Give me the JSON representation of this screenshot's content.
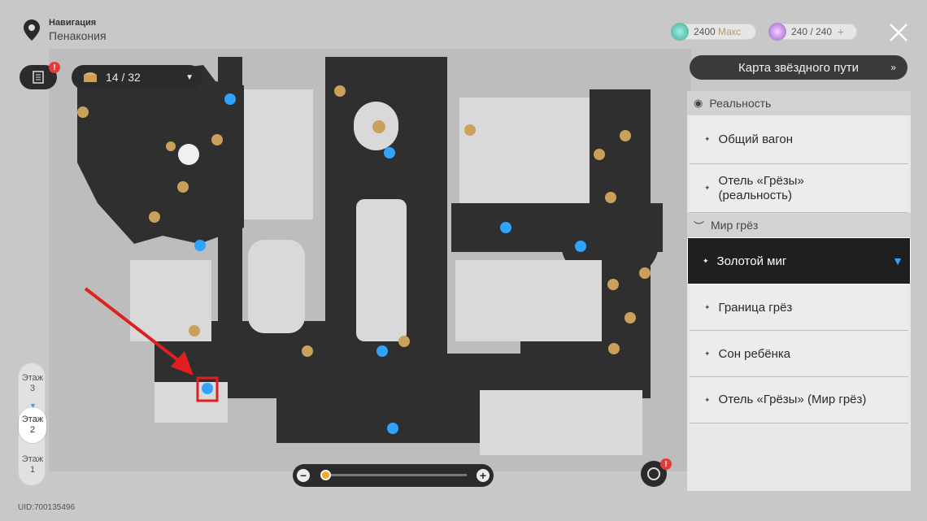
{
  "nav": {
    "title": "Навигация",
    "location": "Пенакония"
  },
  "collect": {
    "count": "14 / 32"
  },
  "currency": [
    {
      "value": "2400",
      "suffix": "Макс",
      "icon": "stellar-jade-icon"
    },
    {
      "value": "240 / 240",
      "suffix": "+",
      "icon": "trailblaze-power-icon"
    }
  ],
  "panel": {
    "star_map_button": "Карта звёздного пути",
    "sections": [
      {
        "title": "Реальность",
        "items": [
          "Общий вагон",
          "Отель «Грёзы» (реальность)"
        ]
      },
      {
        "title": "Мир грёз",
        "items": [
          "Золотой миг",
          "Граница грёз",
          "Сон ребёнка",
          "Отель «Грёзы» (Мир грёз)"
        ]
      }
    ],
    "active_item": "Золотой миг"
  },
  "floors": [
    {
      "label": "Этаж",
      "num": "3"
    },
    {
      "label": "Этаж",
      "num": "2"
    },
    {
      "label": "Этаж",
      "num": "1"
    }
  ],
  "active_floor": "2",
  "uid": "UID:700135496",
  "colors": {
    "accent": "#2ea3ff",
    "badge": "#e23b3b",
    "arrow": "#e02020",
    "panel_dark": "#1f1f1f"
  }
}
